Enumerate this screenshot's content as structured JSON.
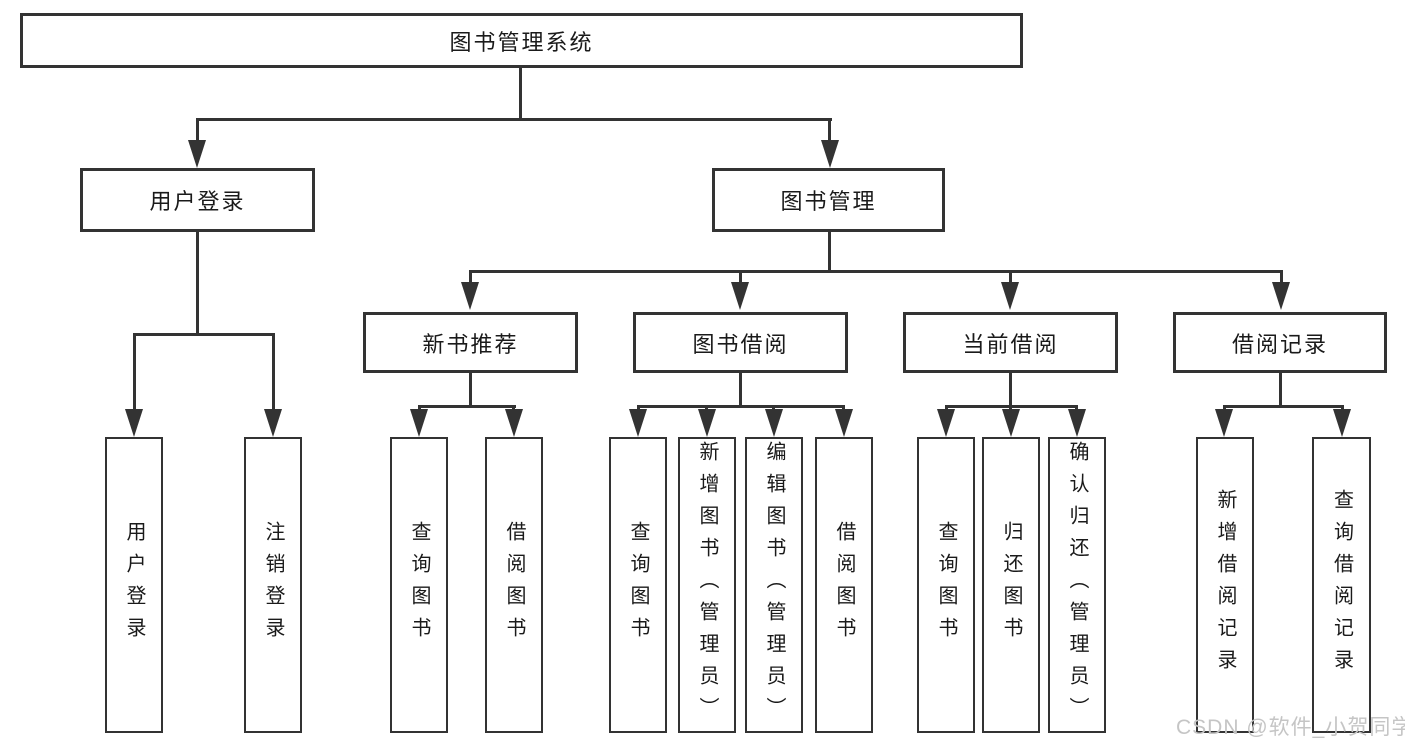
{
  "nodes": {
    "root": "图书管理系统",
    "user_login": "用户登录",
    "book_mgmt": "图书管理",
    "new_books": "新书推荐",
    "book_borrow": "图书借阅",
    "current_borrow": "当前借阅",
    "borrow_records": "借阅记录",
    "leaf_user_login": "用户登录",
    "leaf_logout": "注销登录",
    "leaf_nb_query": "查询图书",
    "leaf_nb_borrow": "借阅图书",
    "leaf_bb_query": "查询图书",
    "leaf_bb_add": "新增图书（管理员）",
    "leaf_bb_edit": "编辑图书（管理员）",
    "leaf_bb_borrow": "借阅图书",
    "leaf_cb_query": "查询图书",
    "leaf_cb_return": "归还图书",
    "leaf_cb_confirm": "确认归还（管理员）",
    "leaf_br_add": "新增借阅记录",
    "leaf_br_query": "查询借阅记录"
  },
  "watermark": "CSDN @软件_小贺同学",
  "colors": {
    "line": "#333333",
    "text": "#1a1a1a",
    "background": "#ffffff",
    "watermark": "#c5c5c5"
  }
}
